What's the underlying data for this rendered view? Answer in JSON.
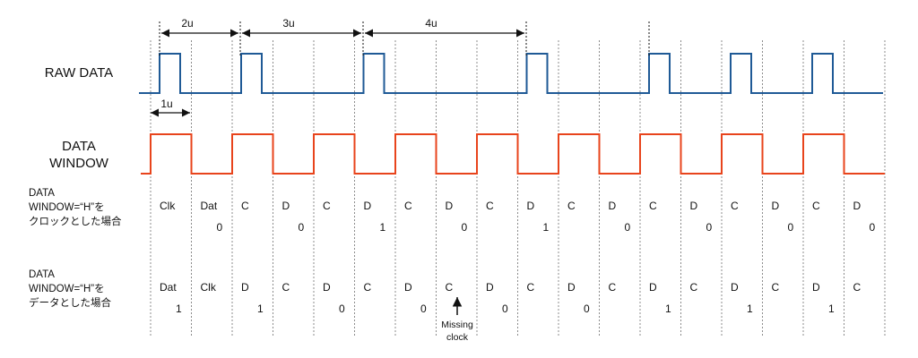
{
  "colors": {
    "raw": "#1f5a96",
    "window": "#e8441c",
    "divider": "#8c8c8c",
    "text": "#111111"
  },
  "labels": {
    "raw": "RAW DATA",
    "window": [
      "DATA",
      "WINDOW"
    ],
    "clock_case": [
      "DATA",
      "WINDOW=“H”を",
      "クロックとした場合"
    ],
    "data_case": [
      "DATA",
      "WINDOW=“H”を",
      "データとした場合"
    ]
  },
  "measures": [
    "2u",
    "3u",
    "4u",
    "1u"
  ],
  "pulse_interval_units": [
    2,
    3,
    4,
    3,
    2,
    2
  ],
  "clock_row": {
    "names": [
      "Clk",
      "Dat",
      "C",
      "D",
      "C",
      "D",
      "C",
      "D",
      "C",
      "D",
      "C",
      "D",
      "C",
      "D",
      "C",
      "D",
      "C",
      "D"
    ],
    "bits": [
      "",
      "0",
      "",
      "0",
      "",
      "1",
      "",
      "0",
      "",
      "1",
      "",
      "0",
      "",
      "0",
      "",
      "0",
      "",
      "0"
    ]
  },
  "data_row": {
    "names": [
      "Dat",
      "Clk",
      "D",
      "C",
      "D",
      "C",
      "D",
      "C",
      "D",
      "C",
      "D",
      "C",
      "D",
      "C",
      "D",
      "C",
      "D",
      "C"
    ],
    "bits": [
      "1",
      "",
      "1",
      "",
      "0",
      "",
      "0",
      "",
      "0",
      "",
      "0",
      "",
      "1",
      "",
      "1",
      "",
      "1",
      ""
    ]
  },
  "annotation": {
    "lines": [
      "Missing",
      "clock"
    ],
    "slot": 7
  }
}
